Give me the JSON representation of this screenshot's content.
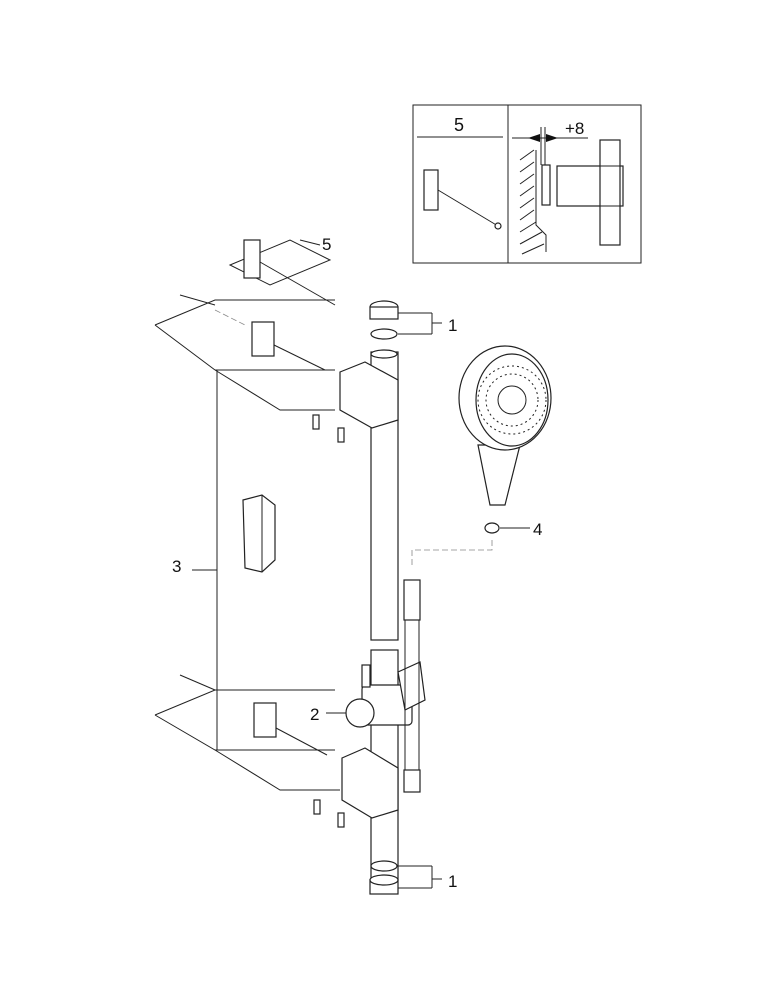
{
  "inset": {
    "part_label": "5",
    "offset_label": "+8"
  },
  "callouts": {
    "bracket_kit": "5",
    "end_cap_top": "1",
    "end_cap_bottom": "1",
    "slider": "2",
    "wall_bar": "3",
    "washer": "4"
  }
}
